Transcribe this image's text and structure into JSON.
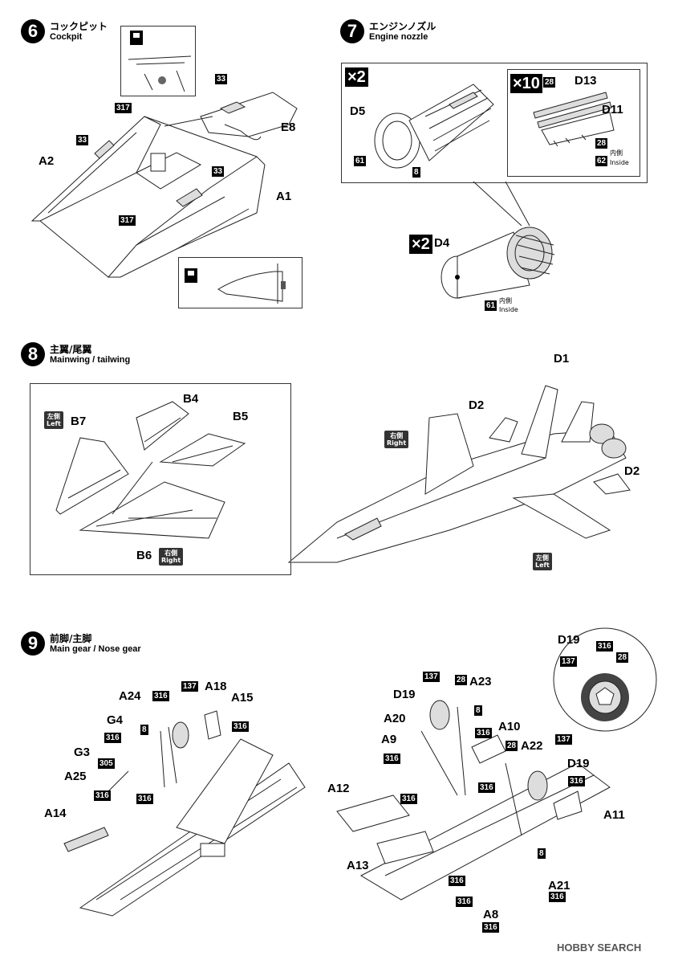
{
  "steps": {
    "s6": {
      "num": "6",
      "jp": "コックピット",
      "en": "Cockpit"
    },
    "s7": {
      "num": "7",
      "jp": "エンジンノズル",
      "en": "Engine nozzle"
    },
    "s8": {
      "num": "8",
      "jp": "主翼/尾翼",
      "en": "Mainwing / tailwing"
    },
    "s9": {
      "num": "9",
      "jp": "前脚/主脚",
      "en": "Main gear / Nose gear"
    }
  },
  "cockpit": {
    "labels": {
      "a2": "A2",
      "a1": "A1",
      "e8": "E8"
    },
    "codes": {
      "c33a": "33",
      "c33b": "33",
      "c33c": "33",
      "c317a": "317",
      "c317b": "317"
    }
  },
  "nozzle": {
    "mult_x2a": "×2",
    "mult_x2b": "×2",
    "mult_x10": "×10",
    "labels": {
      "d5": "D5",
      "d13": "D13",
      "d11": "D11",
      "d4": "D4"
    },
    "codes": {
      "c61a": "61",
      "c8": "8",
      "c28a": "28",
      "c28b": "28",
      "c62": "62",
      "c61b": "61"
    },
    "inside_jp": "内側",
    "inside_en": "Inside"
  },
  "wings": {
    "labels": {
      "b7": "B7",
      "b4": "B4",
      "b5": "B5",
      "b6": "B6",
      "d1": "D1",
      "d2a": "D2",
      "d2b": "D2"
    },
    "left_jp": "左側",
    "left_en": "Left",
    "right_jp": "右側",
    "right_en": "Right"
  },
  "gear": {
    "labels": {
      "a24": "A24",
      "a18": "A18",
      "a15": "A15",
      "g4": "G4",
      "g3": "G3",
      "a25": "A25",
      "a14": "A14",
      "d19a": "D19",
      "a23": "A23",
      "a20": "A20",
      "a9": "A9",
      "a10": "A10",
      "a22": "A22",
      "d19b": "D19",
      "a12": "A12",
      "a11": "A11",
      "a13": "A13",
      "a21": "A21",
      "a8": "A8",
      "d19c": "D19"
    },
    "codes": {
      "c316a": "316",
      "c137a": "137",
      "c8a": "8",
      "c316b": "316",
      "c316c": "316",
      "c305": "305",
      "c316d": "316",
      "c316e": "316",
      "c137b": "137",
      "c28a": "28",
      "c8b": "8",
      "c316f": "316",
      "c316g": "316",
      "c28b": "28",
      "c137c": "137",
      "c316h": "316",
      "c316i": "316",
      "c316j": "316",
      "c8c": "8",
      "c316k": "316",
      "c316l": "316",
      "c316m": "316",
      "c316n": "316",
      "c316o": "316",
      "c137d": "137",
      "c28c": "28"
    }
  },
  "watermark": "HOBBY SEARCH"
}
